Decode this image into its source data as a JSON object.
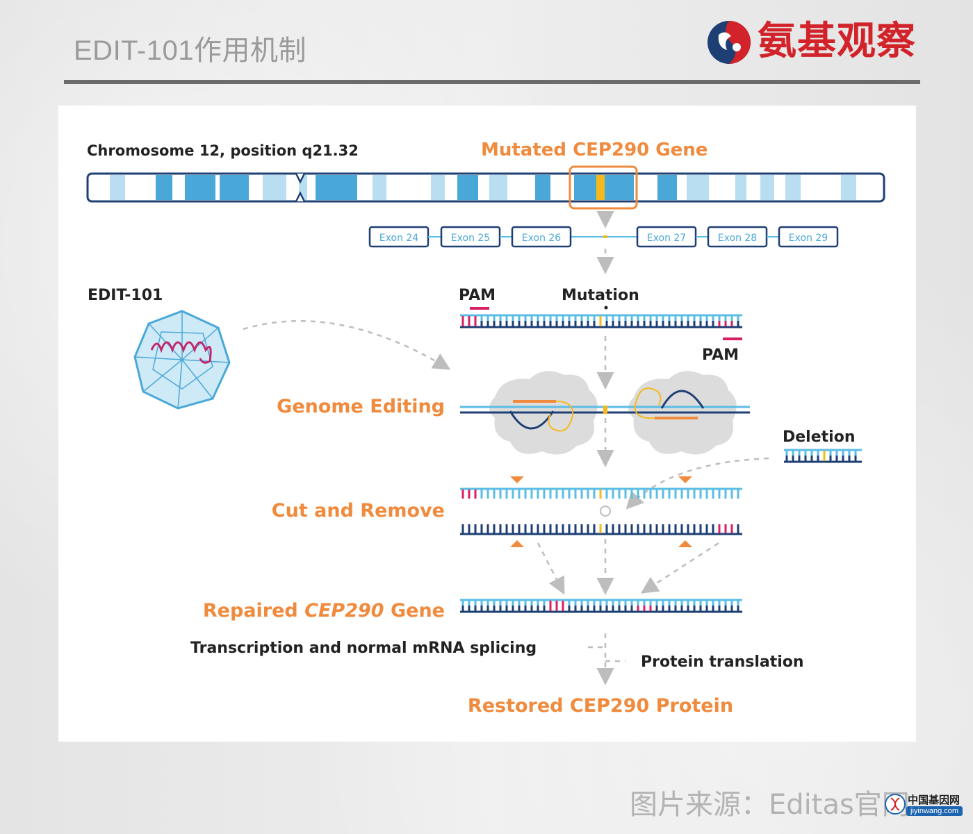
{
  "header": {
    "title": "EDIT-101作用机制",
    "logo_text": "氨基观察"
  },
  "diagram": {
    "chromosome_label": "Chromosome 12, position q21.32",
    "mutated_gene_label": "Mutated CEP290 Gene",
    "exons": [
      "Exon 24",
      "Exon 25",
      "Exon 26",
      "Exon 27",
      "Exon 28",
      "Exon 29"
    ],
    "drug_label": "EDIT-101",
    "pam_label": "PAM",
    "mutation_label": "Mutation",
    "deletion_label": "Deletion",
    "steps": {
      "genome_editing": "Genome Editing",
      "cut_and_remove": "Cut and Remove",
      "repaired_prefix": "Repaired ",
      "repaired_gene": "CEP290",
      "repaired_suffix": " Gene",
      "transcription": "Transcription and normal mRNA splicing",
      "translation": "Protein translation",
      "restored": "Restored CEP290 Protein"
    }
  },
  "footer": {
    "source": "图片来源：Editas官网",
    "site_cn": "中国基因网",
    "site_url": "jiyinwang.com"
  },
  "colors": {
    "orange": "#f08a3c",
    "dark_navy": "#1e3f73",
    "light_blue": "#5bbde6",
    "band_blue": "#4aa8d8",
    "band_light": "#b9def2",
    "mutation_yellow": "#f6b81c",
    "pam_pink": "#d81f63",
    "logo_red": "#d2232a"
  }
}
